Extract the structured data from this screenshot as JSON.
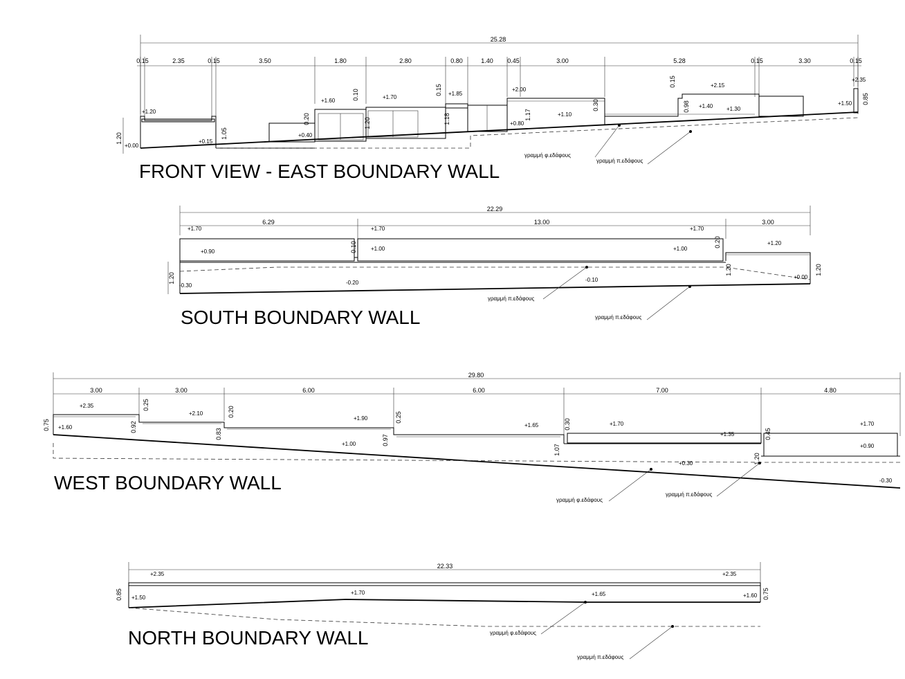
{
  "titles": {
    "east": "FRONT VIEW - EAST BOUNDARY WALL",
    "south": "SOUTH BOUNDARY WALL",
    "west": "WEST BOUNDARY WALL",
    "north": "NORTH BOUNDARY WALL"
  },
  "east": {
    "total": "25.28",
    "segments": [
      "0.15",
      "2.35",
      "0.15",
      "3.50",
      "1.80",
      "2.80",
      "0.80",
      "1.40",
      "0.45",
      "3.00",
      "5.28",
      "0.15",
      "3.30",
      "0.15"
    ],
    "levels": [
      "+1.20",
      "+0.00",
      "+0.15",
      "+1.60",
      "+1.70",
      "+1.85",
      "+2.00",
      "+1.10",
      "+2.15",
      "+1.40",
      "+1.30",
      "+2.35",
      "+1.50",
      "+0.40",
      "+0.80"
    ],
    "heights": [
      "1.20",
      "1.05",
      "0.20",
      "0.10",
      "1.20",
      "0.15",
      "1.18",
      "1.17",
      "0.30",
      "0.15",
      "0.98",
      "0.85"
    ],
    "notes": [
      "γραμμή φ.εδάφους",
      "γραμμή π.εδάφους"
    ]
  },
  "south": {
    "total": "22.29",
    "segments": [
      "6.29",
      "13.00",
      "3.00"
    ],
    "levels": [
      "+1.70",
      "+0.90",
      "+1.70",
      "+1.00",
      "+1.70",
      "+1.00",
      "+1.20",
      "-0.30",
      "-0.20",
      "-0.10",
      "+0.00"
    ],
    "heights": [
      "1.20",
      "0.10",
      "0.20",
      "1.20",
      "1.20"
    ],
    "notes": [
      "γραμμή π.εδάφους",
      "γραμμή π.εδάφους"
    ]
  },
  "west": {
    "total": "29.80",
    "segments": [
      "3.00",
      "3.00",
      "6.00",
      "6.00",
      "7.00",
      "4.80"
    ],
    "levels": [
      "+2.35",
      "+1.60",
      "+2.10",
      "+1.90",
      "+1.00",
      "+1.65",
      "+1.70",
      "+1.35",
      "+0.30",
      "+1.70",
      "+0.90",
      "-0.30"
    ],
    "heights": [
      "0.75",
      "0.25",
      "0.92",
      "0.20",
      "0.83",
      "0.25",
      "0.97",
      "0.30",
      "1.07",
      "0.45",
      "1.20"
    ],
    "notes": [
      "γραμμή φ.εδάφους",
      "γραμμή π.εδάφους"
    ]
  },
  "north": {
    "total": "22.33",
    "levels": [
      "+2.35",
      "+2.35",
      "+1.50",
      "+1.70",
      "+1.65",
      "+1.60"
    ],
    "heights": [
      "0.85",
      "0.75"
    ],
    "notes": [
      "γραμμή φ.εδάφους",
      "γραμμή π.εδάφους"
    ]
  }
}
